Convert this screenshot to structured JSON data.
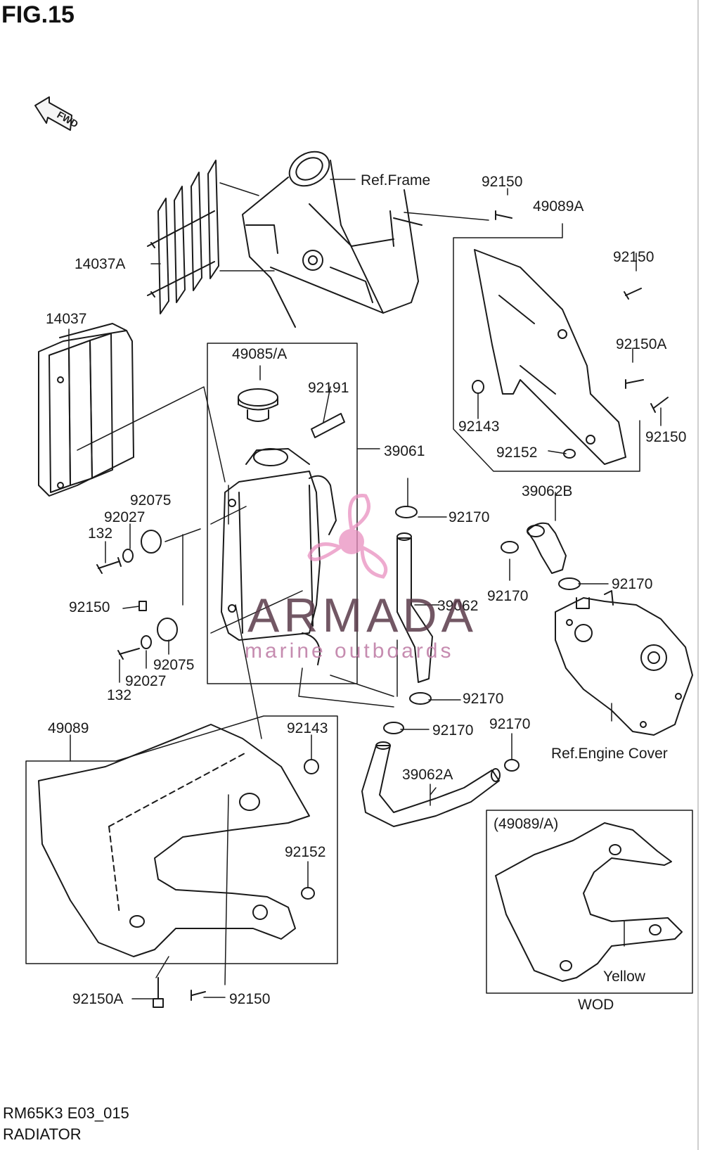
{
  "figure": {
    "title": "FIG.15",
    "model_code": "RM65K3 E03_015",
    "section_name": "RADIATOR",
    "fwd_label": "FWD"
  },
  "parts": {
    "ref_frame": "Ref.Frame",
    "p92150_top": "92150",
    "p49089A": "49089A",
    "p14037A": "14037A",
    "p92150_a": "92150",
    "p14037": "14037",
    "p49085A": "49085/A",
    "p92150A_right": "92150A",
    "p92191": "92191",
    "p39061": "39061",
    "p92143_right": "92143",
    "p92150_right": "92150",
    "p92152_right": "92152",
    "p92075_top": "92075",
    "p92027_top": "92027",
    "p132_top": "132",
    "p92170_a": "92170",
    "p39062B": "39062B",
    "p92170_b": "92170",
    "p92170_c": "92170",
    "p92150_mid": "92150",
    "p39062": "39062",
    "p92075_bot": "92075",
    "p92027_bot": "92027",
    "p132_bot": "132",
    "p92170_d": "92170",
    "p92170_e": "92170",
    "p92170_f": "92170",
    "p49089": "49089",
    "p92143_bot": "92143",
    "ref_engine_cover": "Ref.Engine Cover",
    "p39062A": "39062A",
    "p49089A_inset": "(49089/A)",
    "p92152_bot": "92152",
    "color_yellow": "Yellow",
    "wod": "WOD",
    "p92150A_bot": "92150A",
    "p92150_bot": "92150"
  },
  "watermark": {
    "brand": "ARMADA",
    "tagline": "marine outboards",
    "logo_color": "#e98fc0"
  }
}
